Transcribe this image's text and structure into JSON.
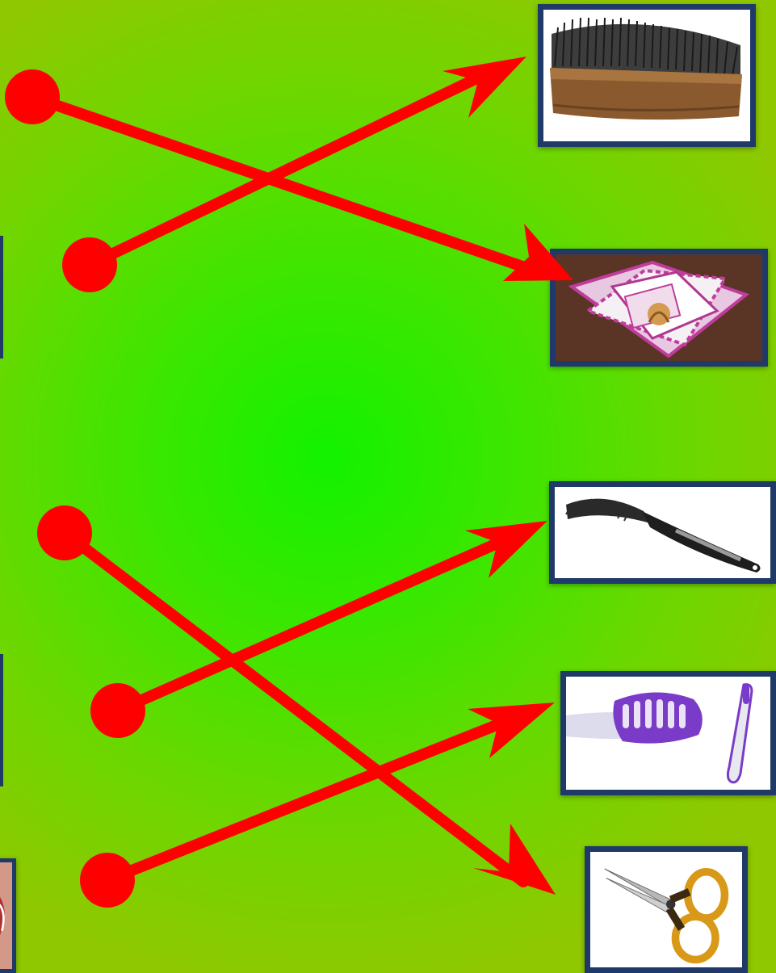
{
  "activity": "match-tool-to-item",
  "colors": {
    "background_center": "#12f200",
    "background_edge": "#8fc800",
    "arrow": "#ff0000",
    "frame_border": "#1f3a68"
  },
  "right_items": [
    {
      "id": "shoe-brush",
      "icon": "shoe-brush-icon"
    },
    {
      "id": "handkerchiefs",
      "icon": "handkerchiefs-icon"
    },
    {
      "id": "comb",
      "icon": "comb-icon"
    },
    {
      "id": "toothbrush",
      "icon": "toothbrush-icon"
    },
    {
      "id": "scissors",
      "icon": "scissors-icon"
    }
  ],
  "connections": [
    {
      "from": "left-1",
      "to": "handkerchiefs"
    },
    {
      "from": "left-2",
      "to": "shoe-brush"
    },
    {
      "from": "left-3",
      "to": "scissors"
    },
    {
      "from": "left-4",
      "to": "comb"
    },
    {
      "from": "left-5",
      "to": "toothbrush"
    }
  ]
}
